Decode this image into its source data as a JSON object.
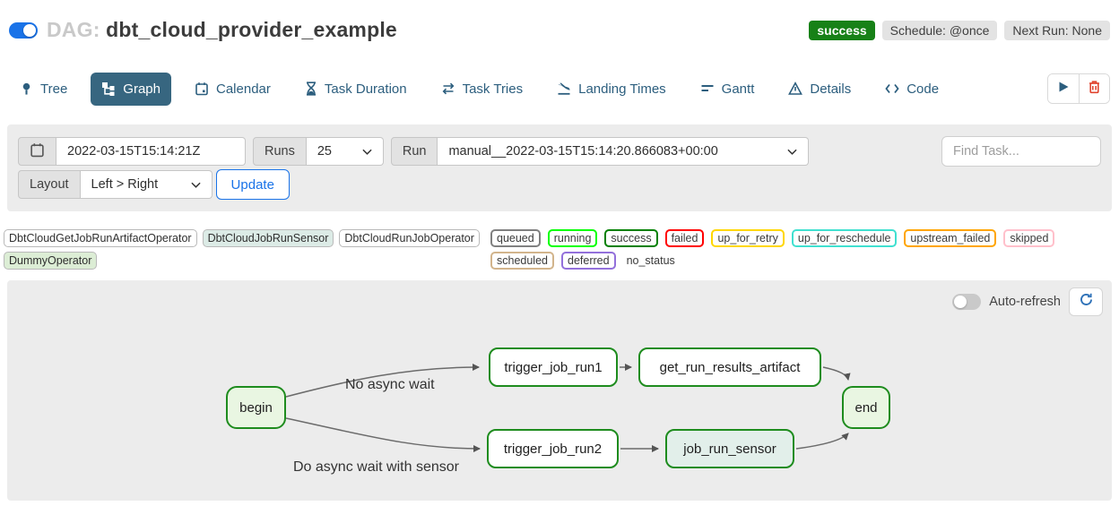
{
  "header": {
    "dag_prefix": "DAG:",
    "dag_title": "dbt_cloud_provider_example",
    "status_badge": "success",
    "schedule_badge": "Schedule: @once",
    "next_run_badge": "Next Run: None"
  },
  "tabs": [
    {
      "label": "Tree",
      "icon": "tree-icon",
      "active": false
    },
    {
      "label": "Graph",
      "icon": "graph-icon",
      "active": true
    },
    {
      "label": "Calendar",
      "icon": "calendar-icon",
      "active": false
    },
    {
      "label": "Task Duration",
      "icon": "hourglass-icon",
      "active": false
    },
    {
      "label": "Task Tries",
      "icon": "repeat-icon",
      "active": false
    },
    {
      "label": "Landing Times",
      "icon": "plane-landing-icon",
      "active": false
    },
    {
      "label": "Gantt",
      "icon": "gantt-icon",
      "active": false
    },
    {
      "label": "Details",
      "icon": "triangle-icon",
      "active": false
    },
    {
      "label": "Code",
      "icon": "code-icon",
      "active": false
    }
  ],
  "actions": {
    "trigger": "play-icon",
    "delete": "trash-icon"
  },
  "filters": {
    "base_date_value": "2022-03-15T15:14:21Z",
    "runs_label": "Runs",
    "runs_value": "25",
    "run_label": "Run",
    "run_value": "manual__2022-03-15T15:14:20.866083+00:00",
    "find_task_placeholder": "Find Task...",
    "layout_label": "Layout",
    "layout_value": "Left > Right",
    "update_label": "Update"
  },
  "legend": {
    "operators": [
      {
        "label": "DbtCloudGetJobRunArtifactOperator",
        "bg": "#ffffff"
      },
      {
        "label": "DbtCloudJobRunSensor",
        "bg": "#dcebe6"
      },
      {
        "label": "DbtCloudRunJobOperator",
        "bg": "#ffffff"
      },
      {
        "label": "DummyOperator",
        "bg": "#dcedd5"
      }
    ],
    "statuses": [
      {
        "label": "queued",
        "color": "#808080"
      },
      {
        "label": "running",
        "color": "#00ff00"
      },
      {
        "label": "success",
        "color": "#008000"
      },
      {
        "label": "failed",
        "color": "#ff0000"
      },
      {
        "label": "up_for_retry",
        "color": "#ffd700"
      },
      {
        "label": "up_for_reschedule",
        "color": "#40e0d0"
      },
      {
        "label": "upstream_failed",
        "color": "#ffa500"
      },
      {
        "label": "skipped",
        "color": "#ffc0cb"
      },
      {
        "label": "scheduled",
        "color": "#d2b48c"
      },
      {
        "label": "deferred",
        "color": "#9370db"
      },
      {
        "label": "no_status",
        "color": "transparent"
      }
    ]
  },
  "graph": {
    "auto_refresh_label": "Auto-refresh",
    "nodes": [
      {
        "id": "begin",
        "label": "begin",
        "fill": "#e9f6e2",
        "border": "#1e8c1e"
      },
      {
        "id": "trigger_job_run1",
        "label": "trigger_job_run1",
        "fill": "#ffffff",
        "border": "#1e8c1e"
      },
      {
        "id": "get_run_results_artifact",
        "label": "get_run_results_artifact",
        "fill": "#ffffff",
        "border": "#1e8c1e"
      },
      {
        "id": "end",
        "label": "end",
        "fill": "#e9f6e2",
        "border": "#1e8c1e"
      },
      {
        "id": "trigger_job_run2",
        "label": "trigger_job_run2",
        "fill": "#ffffff",
        "border": "#1e8c1e"
      },
      {
        "id": "job_run_sensor",
        "label": "job_run_sensor",
        "fill": "#e2efea",
        "border": "#1e8c1e"
      }
    ],
    "edge_labels": [
      {
        "text": "No async wait"
      },
      {
        "text": "Do async wait with sensor"
      }
    ]
  },
  "colors": {
    "accent_blue": "#1a73e8",
    "active_tab": "#376680",
    "tab_text": "#2c5e7e",
    "success_green": "#178117",
    "node_border_green": "#1e8c1e",
    "panel_gray": "#ececec",
    "danger_red": "#e0442e"
  }
}
